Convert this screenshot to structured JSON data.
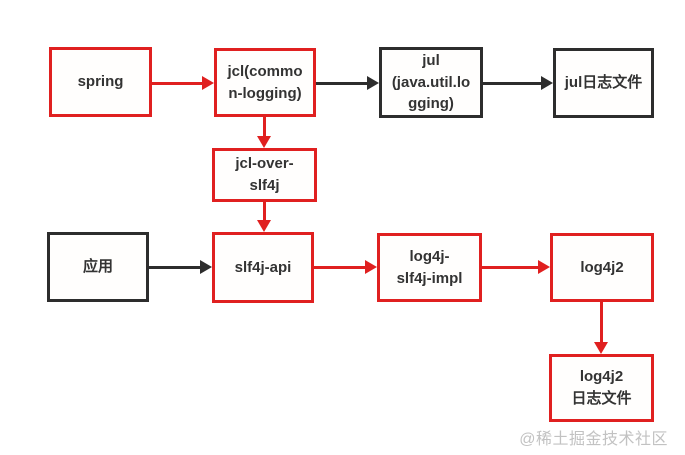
{
  "diagram": {
    "nodes": {
      "spring": {
        "label": "spring",
        "border": "#e02020"
      },
      "jcl": {
        "label": "jcl(commo\nn-logging)",
        "border": "#e02020"
      },
      "jul": {
        "label": "jul\n(java.util.lo\ngging)",
        "border": "#2d2d2d"
      },
      "jul_log_file": {
        "label": "jul日志文件",
        "border": "#2d2d2d"
      },
      "jcl_over_slf4j": {
        "label": "jcl-over-\nslf4j",
        "border": "#e02020"
      },
      "app": {
        "label": "应用",
        "border": "#2d2d2d"
      },
      "slf4j_api": {
        "label": "slf4j-api",
        "border": "#e02020"
      },
      "log4j_slf4j_impl": {
        "label": "log4j-\nslf4j-impl",
        "border": "#e02020"
      },
      "log4j2": {
        "label": "log4j2",
        "border": "#e02020"
      },
      "log4j2_log_file": {
        "label": "log4j2\n日志文件",
        "border": "#e02020"
      }
    },
    "edges": [
      {
        "from": "spring",
        "to": "jcl",
        "color": "#e02020"
      },
      {
        "from": "jcl",
        "to": "jul",
        "color": "#2d2d2d"
      },
      {
        "from": "jul",
        "to": "jul_log_file",
        "color": "#2d2d2d"
      },
      {
        "from": "jcl",
        "to": "jcl_over_slf4j",
        "color": "#e02020"
      },
      {
        "from": "jcl_over_slf4j",
        "to": "slf4j_api",
        "color": "#e02020"
      },
      {
        "from": "app",
        "to": "slf4j_api",
        "color": "#2d2d2d"
      },
      {
        "from": "slf4j_api",
        "to": "log4j_slf4j_impl",
        "color": "#e02020"
      },
      {
        "from": "log4j_slf4j_impl",
        "to": "log4j2",
        "color": "#e02020"
      },
      {
        "from": "log4j2",
        "to": "log4j2_log_file",
        "color": "#e02020"
      }
    ],
    "watermark": "@稀土掘金技术社区",
    "colors": {
      "accent_red": "#e02020",
      "line_black": "#2d2d2d",
      "watermark_gray": "#c2c2c2"
    }
  }
}
